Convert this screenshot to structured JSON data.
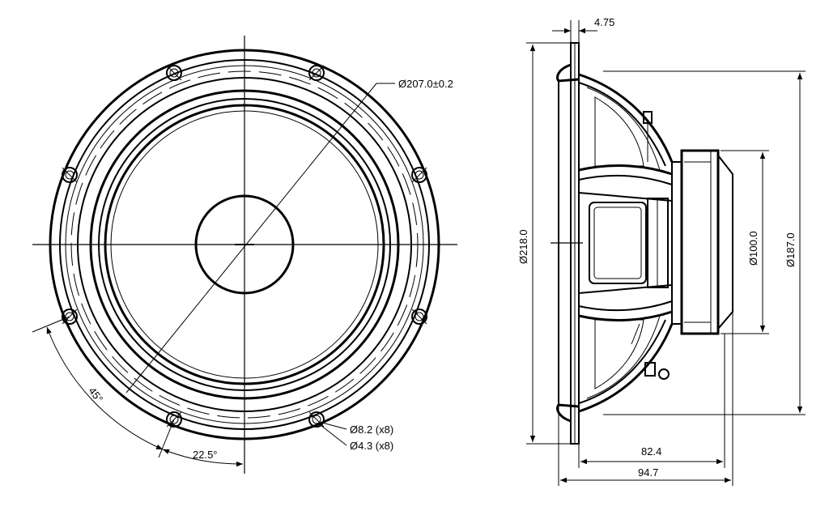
{
  "front_view": {
    "outer_diameter": "Ø207.0±0.2",
    "hole_outer": "Ø8.2 (x8)",
    "hole_inner": "Ø4.3 (x8)",
    "angle_large": "45°",
    "angle_small": "22.5°"
  },
  "side_view": {
    "flange_thickness": "4.75",
    "overall_diameter": "Ø218.0",
    "magnet_diameter": "Ø100.0",
    "cutout_diameter": "Ø187.0",
    "depth_magnet": "82.4",
    "depth_total": "94.7"
  },
  "colors": {
    "line": "#000000",
    "background": "#ffffff"
  }
}
